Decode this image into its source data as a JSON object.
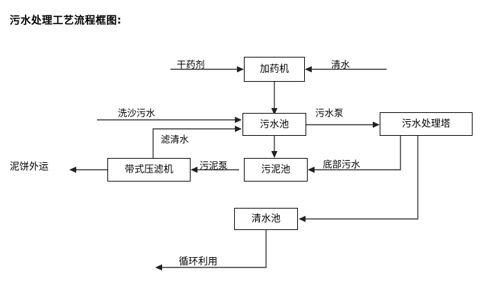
{
  "title": "污水处理工艺流程框图:",
  "nodes": [
    {
      "id": "dosing-machine",
      "label": "加药机"
    },
    {
      "id": "wastewater-pool",
      "label": "污水池"
    },
    {
      "id": "treatment-tower",
      "label": "污水处理塔"
    },
    {
      "id": "belt-filter-press",
      "label": "带式压滤机"
    },
    {
      "id": "sludge-pool",
      "label": "污泥池"
    },
    {
      "id": "clear-water-pool",
      "label": "清水池"
    }
  ],
  "edge_labels": {
    "dry_chemical": "干药剂",
    "clean_water": "清水",
    "sand_wash_wastewater": "洗沙污水",
    "filtered_clear_water": "滤清水",
    "wastewater_pump": "污水泵",
    "sludge_pump": "污泥泵",
    "bottom_wastewater": "底部污水",
    "mud_cake_out": "泥饼外运",
    "recycle_reuse": "循环利用"
  },
  "colors": {
    "line": "#333333",
    "text": "#000000",
    "background": "#ffffff",
    "box_border": "#000000"
  },
  "chart_data": {
    "type": "diagram",
    "title": "污水处理工艺流程框图:",
    "nodes": [
      "加药机",
      "污水池",
      "污水处理塔",
      "带式压滤机",
      "污泥池",
      "清水池"
    ],
    "edges": [
      {
        "from": "干药剂",
        "to": "加药机",
        "label": "干药剂"
      },
      {
        "from": "清水",
        "to": "加药机",
        "label": "清水"
      },
      {
        "from": "加药机",
        "to": "污水池",
        "label": ""
      },
      {
        "from": "洗沙污水",
        "to": "污水池",
        "label": "洗沙污水"
      },
      {
        "from": "带式压滤机",
        "to": "污水池",
        "label": "滤清水"
      },
      {
        "from": "污水池",
        "to": "污水处理塔",
        "label": "污水泵"
      },
      {
        "from": "污水池",
        "to": "污泥池",
        "label": ""
      },
      {
        "from": "污泥池",
        "to": "带式压滤机",
        "label": "污泥泵"
      },
      {
        "from": "污水处理塔",
        "to": "污泥池",
        "label": "底部污水"
      },
      {
        "from": "污水处理塔",
        "to": "清水池",
        "label": ""
      },
      {
        "from": "带式压滤机",
        "to": "泥饼外运",
        "label": "泥饼外运"
      },
      {
        "from": "清水池",
        "to": "循环利用",
        "label": "循环利用"
      }
    ]
  }
}
